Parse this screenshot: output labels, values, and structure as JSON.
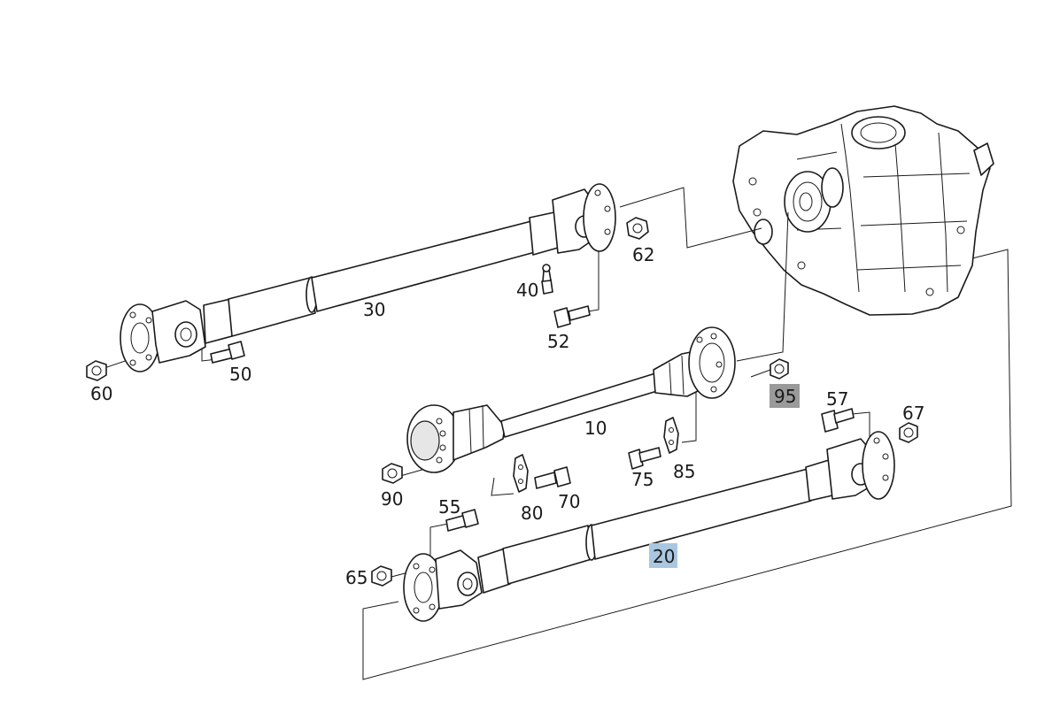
{
  "diagram": {
    "parts": [
      {
        "id": "p10",
        "label": "10"
      },
      {
        "id": "p20",
        "label": "20",
        "highlight": "blue"
      },
      {
        "id": "p30",
        "label": "30"
      },
      {
        "id": "p40",
        "label": "40"
      },
      {
        "id": "p50",
        "label": "50"
      },
      {
        "id": "p52",
        "label": "52"
      },
      {
        "id": "p55",
        "label": "55"
      },
      {
        "id": "p57",
        "label": "57"
      },
      {
        "id": "p60",
        "label": "60"
      },
      {
        "id": "p62",
        "label": "62"
      },
      {
        "id": "p65",
        "label": "65"
      },
      {
        "id": "p67",
        "label": "67"
      },
      {
        "id": "p70",
        "label": "70"
      },
      {
        "id": "p75",
        "label": "75"
      },
      {
        "id": "p80",
        "label": "80"
      },
      {
        "id": "p85",
        "label": "85"
      },
      {
        "id": "p90",
        "label": "90"
      },
      {
        "id": "p95",
        "label": "95",
        "highlight": "gray"
      }
    ],
    "colors": {
      "line": "#1a1a1a",
      "highlight_blue": "#a9c7e0",
      "highlight_gray": "#9a9a9a"
    }
  }
}
